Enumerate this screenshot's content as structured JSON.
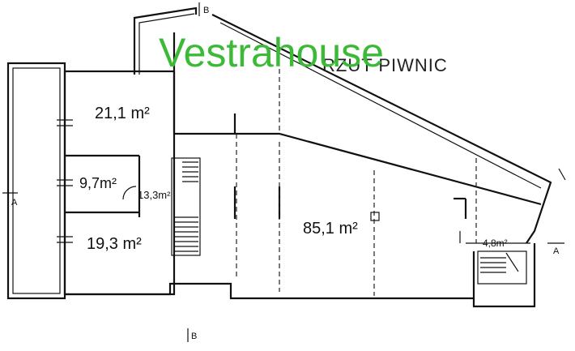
{
  "logo": {
    "text": "Vestrahouse",
    "color": "#3cba37"
  },
  "title": "RZUT PIWNIC",
  "rooms": [
    {
      "id": "room-a",
      "area": "21,1 m²"
    },
    {
      "id": "room-b",
      "area": "9,7m²"
    },
    {
      "id": "room-c",
      "area": "13,3m²"
    },
    {
      "id": "room-d",
      "area": "19,3 m²"
    },
    {
      "id": "room-e",
      "area": "85,1 m²"
    },
    {
      "id": "room-f",
      "area": "4,8m²"
    }
  ],
  "section_markers": {
    "b_top": "B",
    "b_bottom": "B",
    "a_left": "A",
    "a_right": "A"
  }
}
